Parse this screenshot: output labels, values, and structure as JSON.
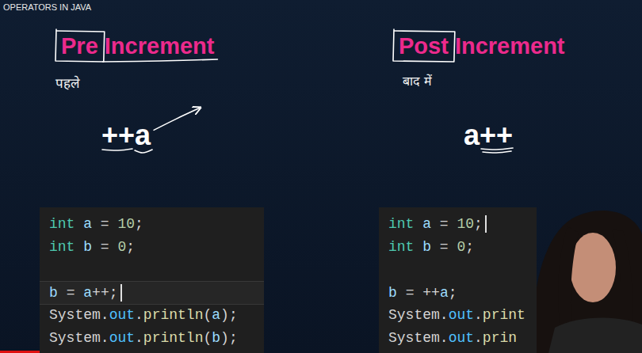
{
  "diagram": {
    "title": "OPERATORS IN JAVA",
    "nodes": [
      {
        "text": [
          "int a = 10;",
          "int b = 0;",
          "b = a++;",
          "System.out.println(a);",
          "System.out.println(b);"
        ]
      },
      {
        "text": [
          "int a = 10;",
          "int b = 0;",
          "b = ++a;",
          "System.out.print",
          "System.out.prin"
        ]
      }
    ],
    "labels": [
      "Pre Increment",
      "पहले",
      "++a",
      "Post Increment",
      "बाद में",
      "a++"
    ]
  }
}
